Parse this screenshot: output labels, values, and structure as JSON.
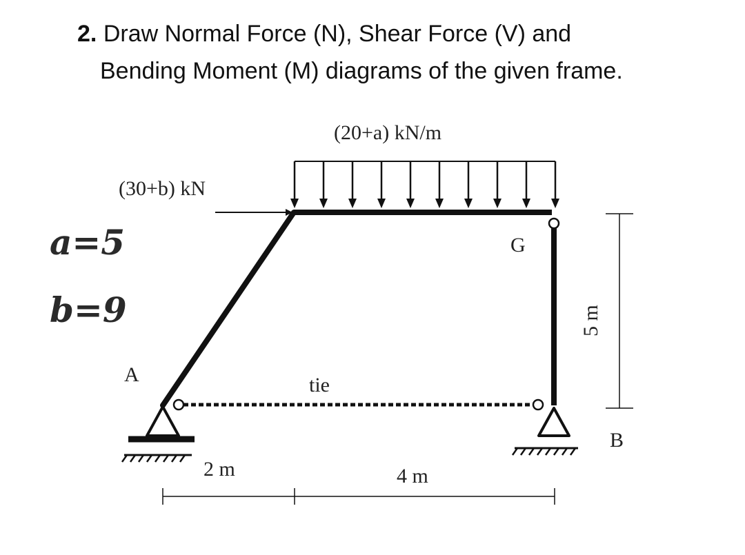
{
  "question": {
    "number": "2.",
    "line1": "Draw Normal Force (N), Shear Force (V) and",
    "line2": "Bending Moment (M) diagrams of the given frame."
  },
  "params": {
    "a": "a=5",
    "b": "b=9"
  },
  "labels": {
    "distributed_load": "(20+a) kN/m",
    "point_load": "(30+b) kN",
    "node_a": "A",
    "node_b": "B",
    "node_g": "G",
    "tie": "tie",
    "dim_left": "2 m",
    "dim_right": "4 m",
    "dim_height": "5 m"
  },
  "colors": {
    "ink": "#111111"
  }
}
